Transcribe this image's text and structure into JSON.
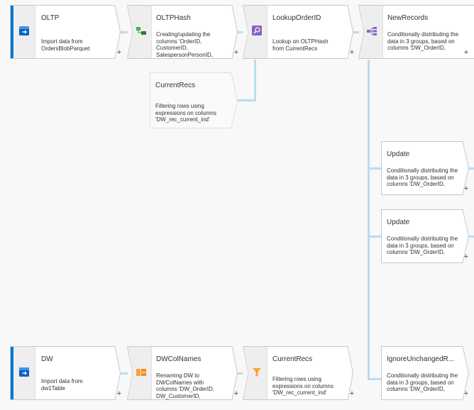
{
  "nodes": {
    "oltp": {
      "title": "OLTP",
      "desc": "Import data from OrdersBlobParquet",
      "icon": "database-source-icon"
    },
    "oltphash": {
      "title": "OLTPHash",
      "desc": "Creating/updating the columns 'OrderID, CustomerID, SalespersonPersonID,",
      "icon": "derived-column-icon"
    },
    "lookup": {
      "title": "LookupOrderID",
      "desc": "Lookup on OLTPHash from CurrentRecs",
      "icon": "lookup-icon"
    },
    "newrecords": {
      "title": "NewRecords",
      "desc": "Conditionally distributing the data in 3 groups, based on columns 'DW_OrderID,",
      "icon": "conditional-split-icon"
    },
    "currentrecs_top": {
      "title": "CurrentRecs",
      "desc": "Filtering rows using expressions on columns 'DW_rec_current_ind'"
    },
    "update1": {
      "title": "Update",
      "desc": "Conditionally distributing the data in 3 groups, based on columns 'DW_OrderID,"
    },
    "update2": {
      "title": "Update",
      "desc": "Conditionally distributing the data in 3 groups, based on columns 'DW_OrderID,"
    },
    "dw": {
      "title": "DW",
      "desc": "Import data from dw1Table",
      "icon": "database-source-icon"
    },
    "dwcolnames": {
      "title": "DWColNames",
      "desc": "Renaming DW to DWColNames with columns 'DW_OrderID, DW_CustomerID,",
      "icon": "select-icon"
    },
    "currentrecs_bottom": {
      "title": "CurrentRecs",
      "desc": "Filtering rows using expressions on columns 'DW_rec_current_ind'",
      "icon": "filter-icon"
    },
    "ignore": {
      "title": "IgnoreUnchangedR...",
      "desc": "Conditionally distributing the data in 3 groups, based on columns 'DW_OrderID,"
    }
  },
  "plus_label": "+",
  "colors": {
    "accent": "#0078d4",
    "connector": "#b8dcf5",
    "icon_strip": "#eeeeee",
    "border": "#c8c8c8"
  }
}
